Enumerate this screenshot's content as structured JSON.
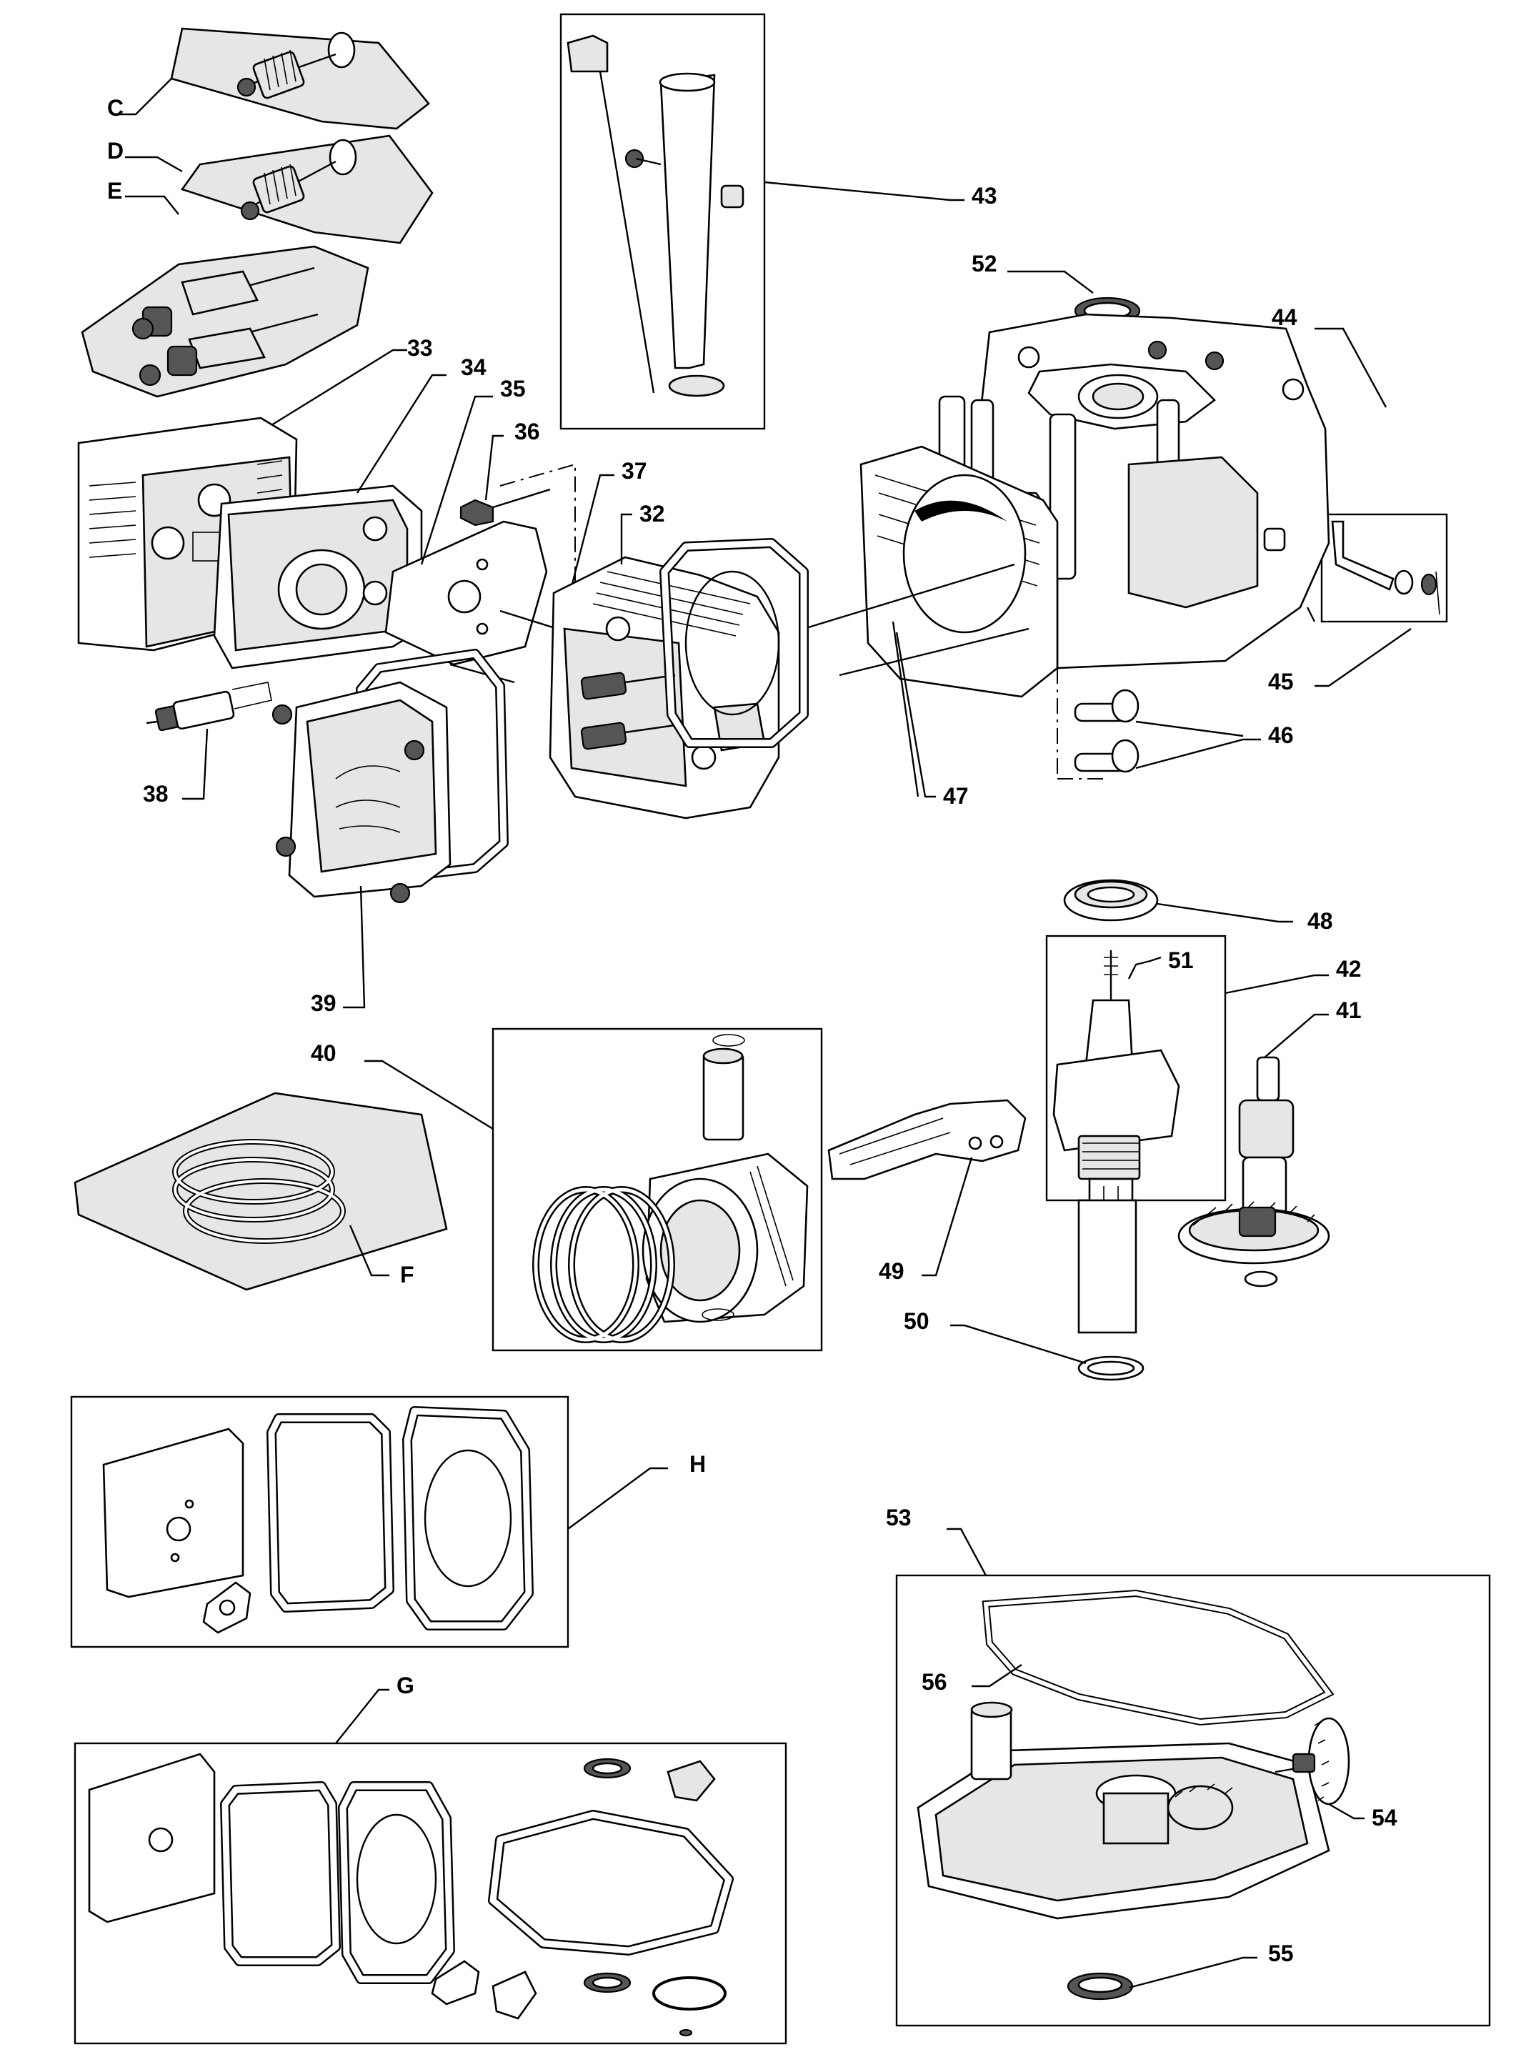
{
  "labels": {
    "C": "C",
    "D": "D",
    "E": "E",
    "F": "F",
    "G": "G",
    "H": "H",
    "n32": "32",
    "n33": "33",
    "n34": "34",
    "n35": "35",
    "n36": "36",
    "n37": "37",
    "n38": "38",
    "n39": "39",
    "n40": "40",
    "n41": "41",
    "n42": "42",
    "n43": "43",
    "n44": "44",
    "n45": "45",
    "n46": "46",
    "n47": "47",
    "n48": "48",
    "n49": "49",
    "n50": "50",
    "n51": "51",
    "n52": "52",
    "n53": "53",
    "n54": "54",
    "n55": "55",
    "n56": "56"
  },
  "icons": {
    "valve_kit": "valve-spring-kit-icon",
    "rocker_kit": "rocker-arm-kit-icon",
    "muffler": "muffler-shield-icon",
    "cylinder_head": "cylinder-head-icon",
    "engine_block": "engine-block-icon",
    "crankshaft": "crankshaft-icon",
    "camshaft": "camshaft-gear-icon",
    "piston": "piston-icon",
    "conrod": "connecting-rod-icon",
    "crankcase_cover": "crankcase-cover-icon"
  }
}
